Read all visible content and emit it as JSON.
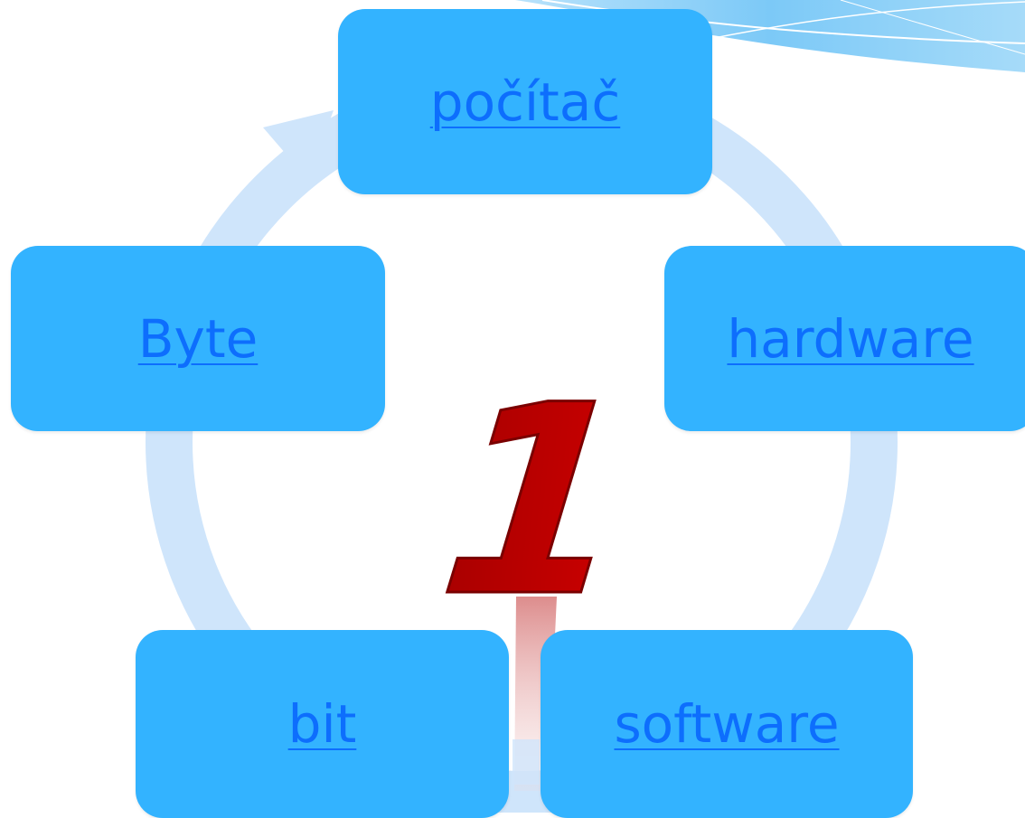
{
  "colors": {
    "node_fill": "#33b3ff",
    "link_text": "#0d6efd",
    "cycle_arrow": "#cfe5fb",
    "number_red": "#c00000",
    "corner_wave": "#7cc9f7"
  },
  "diagram": {
    "nodes": [
      {
        "id": "pocitac",
        "label": "počítač"
      },
      {
        "id": "hardware",
        "label": "hardware"
      },
      {
        "id": "software",
        "label": "software"
      },
      {
        "id": "bit",
        "label": "bit"
      },
      {
        "id": "byte",
        "label": "Byte"
      }
    ],
    "badge_number": "1"
  }
}
